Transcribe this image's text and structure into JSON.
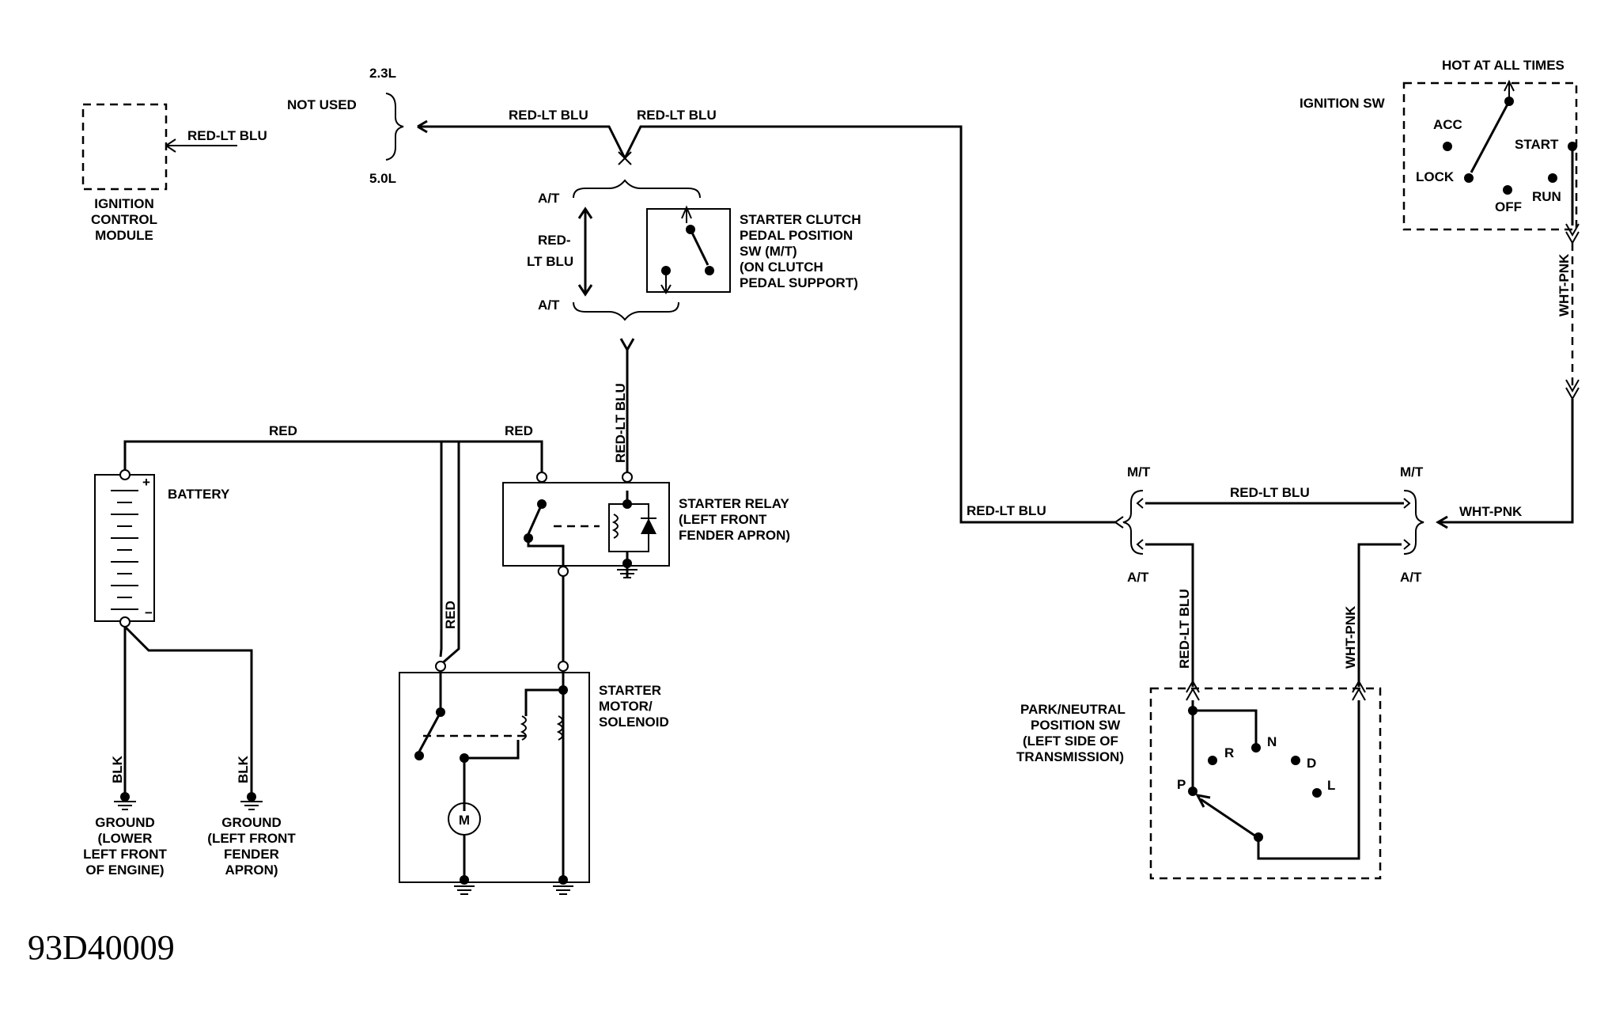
{
  "labels": {
    "not_used": "NOT USED",
    "v23": "2.3L",
    "v50": "5.0L",
    "icm_line1": "IGNITION",
    "icm_line2": "CONTROL",
    "icm_line3": "MODULE",
    "wire_red_lt_blu": "RED-LT BLU",
    "wire_red_lt_blu_v": "RED-LT BLU",
    "wire_red_lt": "RED-",
    "wire_lt_blu": "LT BLU",
    "wire_red": "RED",
    "wire_blk": "BLK",
    "wire_wht_pnk": "WHT-PNK",
    "at": "A/T",
    "mt": "M/T",
    "scp_line1": "STARTER CLUTCH",
    "scp_line2": "PEDAL POSITION",
    "scp_line3": "SW (M/T)",
    "scp_line4": "(ON CLUTCH",
    "scp_line5": "PEDAL SUPPORT)",
    "battery": "BATTERY",
    "plus": "+",
    "minus": "−",
    "relay_line1": "STARTER RELAY",
    "relay_line2": "(LEFT FRONT",
    "relay_line3": "FENDER APRON)",
    "motor_line1": "STARTER",
    "motor_line2": "MOTOR/",
    "motor_line3": "SOLENOID",
    "motor_symbol": "M",
    "gnd1_line1": "GROUND",
    "gnd1_line2": "(LOWER",
    "gnd1_line3": "LEFT FRONT",
    "gnd1_line4": "OF ENGINE)",
    "gnd2_line1": "GROUND",
    "gnd2_line2": "(LEFT FRONT",
    "gnd2_line3": "FENDER",
    "gnd2_line4": "APRON)",
    "hot": "HOT AT ALL TIMES",
    "ign_sw": "IGNITION SW",
    "acc": "ACC",
    "lock": "LOCK",
    "off": "OFF",
    "run": "RUN",
    "start": "START",
    "pn_line1": "PARK/NEUTRAL",
    "pn_line2": "POSITION SW",
    "pn_line3": "(LEFT SIDE OF",
    "pn_line4": "TRANSMISSION)",
    "p": "P",
    "r": "R",
    "n": "N",
    "d": "D",
    "l": "L",
    "code": "93D40009"
  }
}
